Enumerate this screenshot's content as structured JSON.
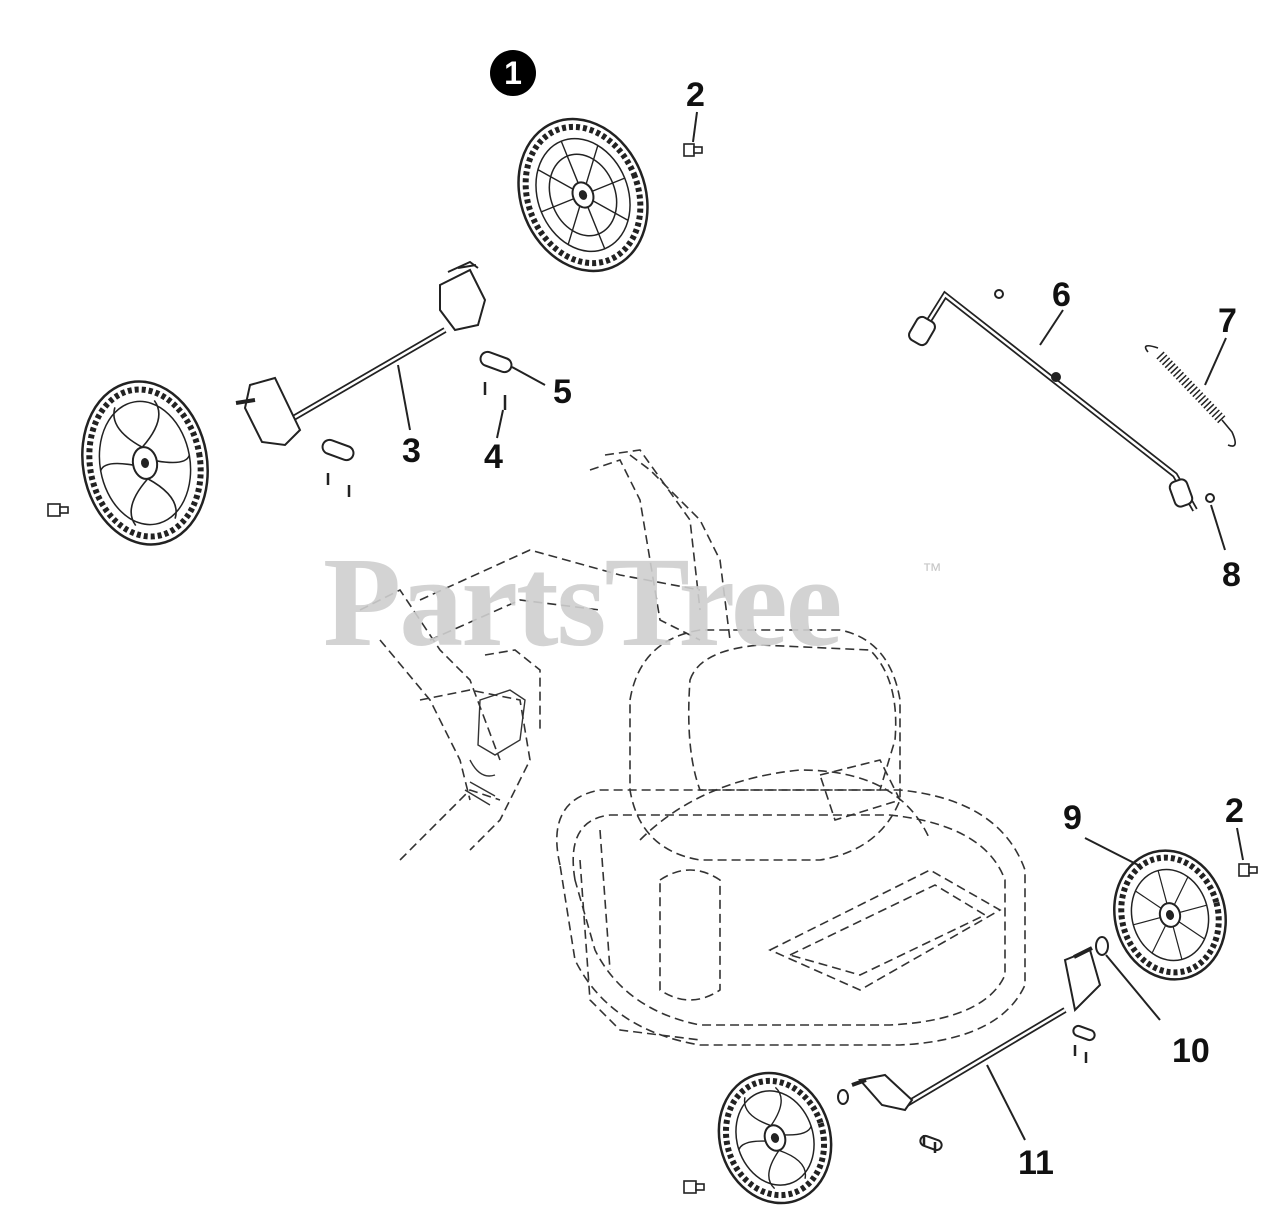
{
  "watermark": {
    "text": "PartsTree",
    "trademark": "™"
  },
  "callouts": {
    "c1": "1",
    "c2a": "2",
    "c3": "3",
    "c4": "4",
    "c5": "5",
    "c6": "6",
    "c7": "7",
    "c8": "8",
    "c9": "9",
    "c2b": "2",
    "c10": "10",
    "c11": "11"
  },
  "icons": {
    "wheel": "wheel-icon",
    "bolt": "bolt-icon",
    "axle": "axle-icon",
    "spring": "spring-icon",
    "rod": "rod-icon",
    "mower": "mower-deck-icon"
  }
}
